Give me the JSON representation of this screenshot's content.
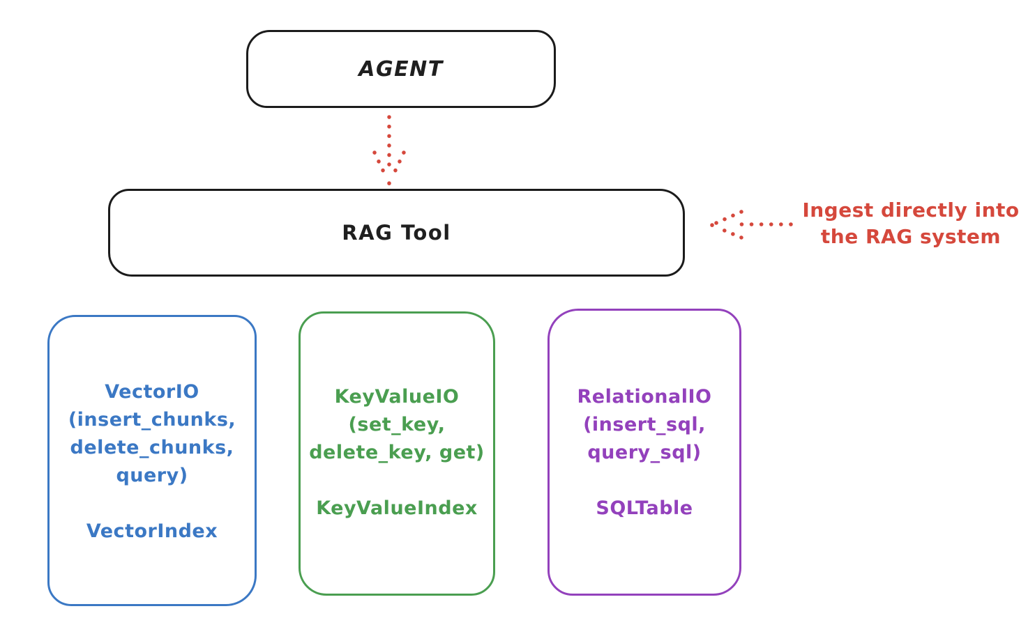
{
  "diagram": {
    "agent": {
      "label": "AGENT"
    },
    "rag_tool": {
      "label": "RAG Tool"
    },
    "annotation": {
      "line1": "Ingest directly into",
      "line2": "the RAG system"
    },
    "backends": [
      {
        "title": "VectorIO",
        "methods_lines": [
          "(insert_chunks,",
          "delete_chunks,",
          "query)"
        ],
        "index_label": "VectorIndex",
        "color": "#3b78c4"
      },
      {
        "title": "KeyValueIO",
        "methods_lines": [
          "(set_key,",
          "delete_key, get)"
        ],
        "index_label": "KeyValueIndex",
        "color": "#4a9e50"
      },
      {
        "title": "RelationalIO",
        "methods_lines": [
          "(insert_sql,",
          "query_sql)"
        ],
        "index_label": "SQLTable",
        "color": "#9341bc"
      }
    ],
    "colors": {
      "outline_black": "#1b1b1b",
      "accent_red": "#d5483c",
      "vector_blue": "#3b78c4",
      "keyvalue_green": "#4a9e50",
      "relational_purple": "#9341bc"
    }
  }
}
